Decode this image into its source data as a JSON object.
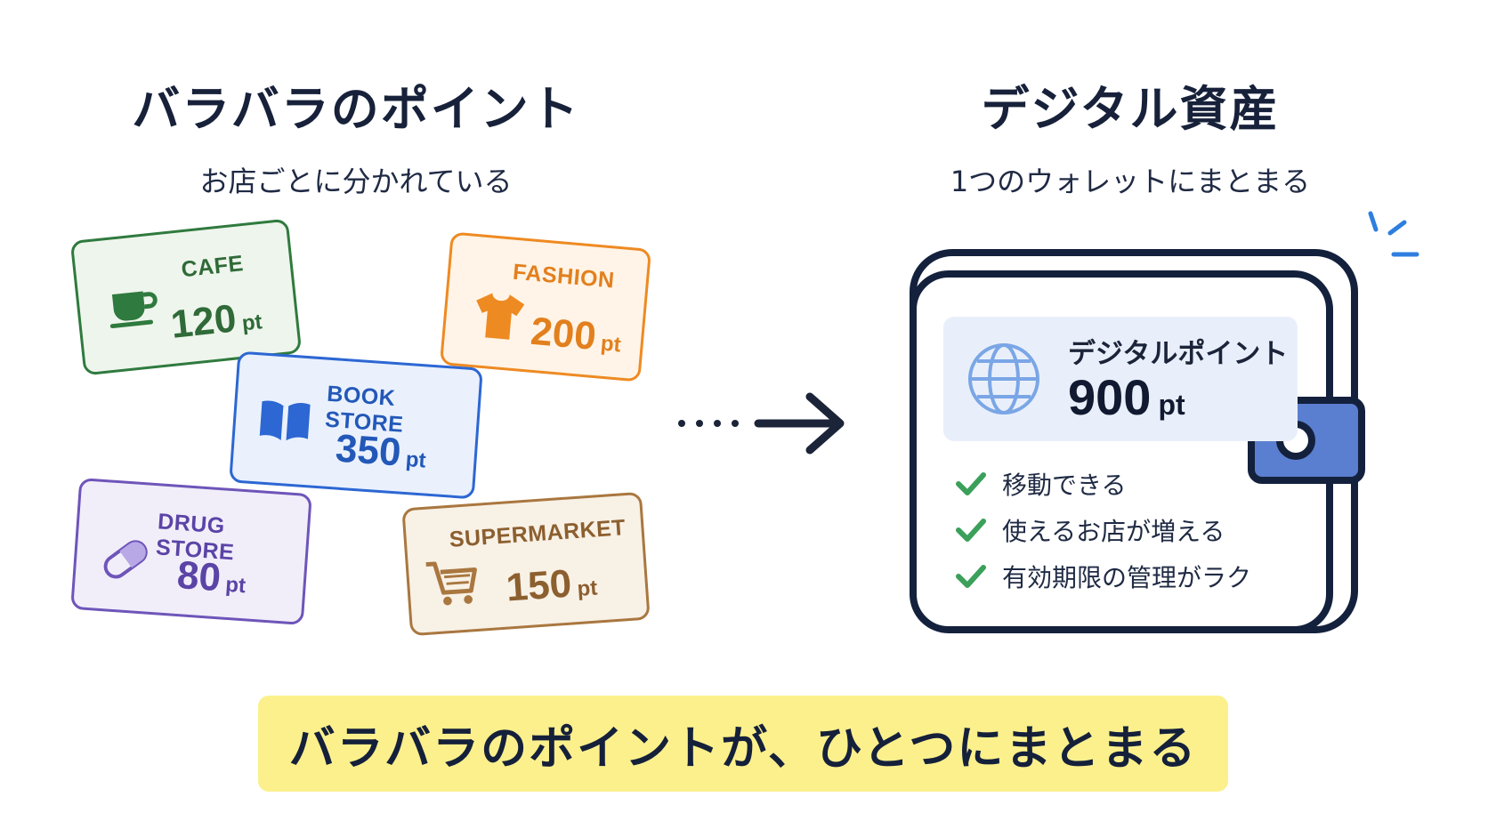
{
  "left_heading": {
    "title": "バラバラのポイント",
    "subtitle": "お店ごとに分かれている"
  },
  "right_heading": {
    "title": "デジタル資産",
    "subtitle": "1つのウォレットにまとまる"
  },
  "cards": [
    {
      "name": "CAFE",
      "points": "120",
      "unit": "pt",
      "icon": "coffee-cup-icon",
      "color": "#2f7a3e"
    },
    {
      "name": "FASHION",
      "points": "200",
      "unit": "pt",
      "icon": "t-shirt-icon",
      "color": "#ee8a22"
    },
    {
      "name": "BOOK STORE",
      "points": "350",
      "unit": "pt",
      "icon": "book-icon",
      "color": "#2c67d3"
    },
    {
      "name": "DRUG STORE",
      "points": "80",
      "unit": "pt",
      "icon": "pill-icon",
      "color": "#6e55b9"
    },
    {
      "name": "SUPERMARKET",
      "points": "150",
      "unit": "pt",
      "icon": "shopping-cart-icon",
      "color": "#a9773f"
    }
  ],
  "wallet": {
    "label": "デジタルポイント",
    "points": "900",
    "unit": "pt",
    "icon": "globe-icon",
    "features": [
      "移動できる",
      "使えるお店が増える",
      "有効期限の管理がラク"
    ]
  },
  "banner": {
    "text": "バラバラのポイントが、ひとつにまとまる",
    "color": "#fbf08c"
  }
}
